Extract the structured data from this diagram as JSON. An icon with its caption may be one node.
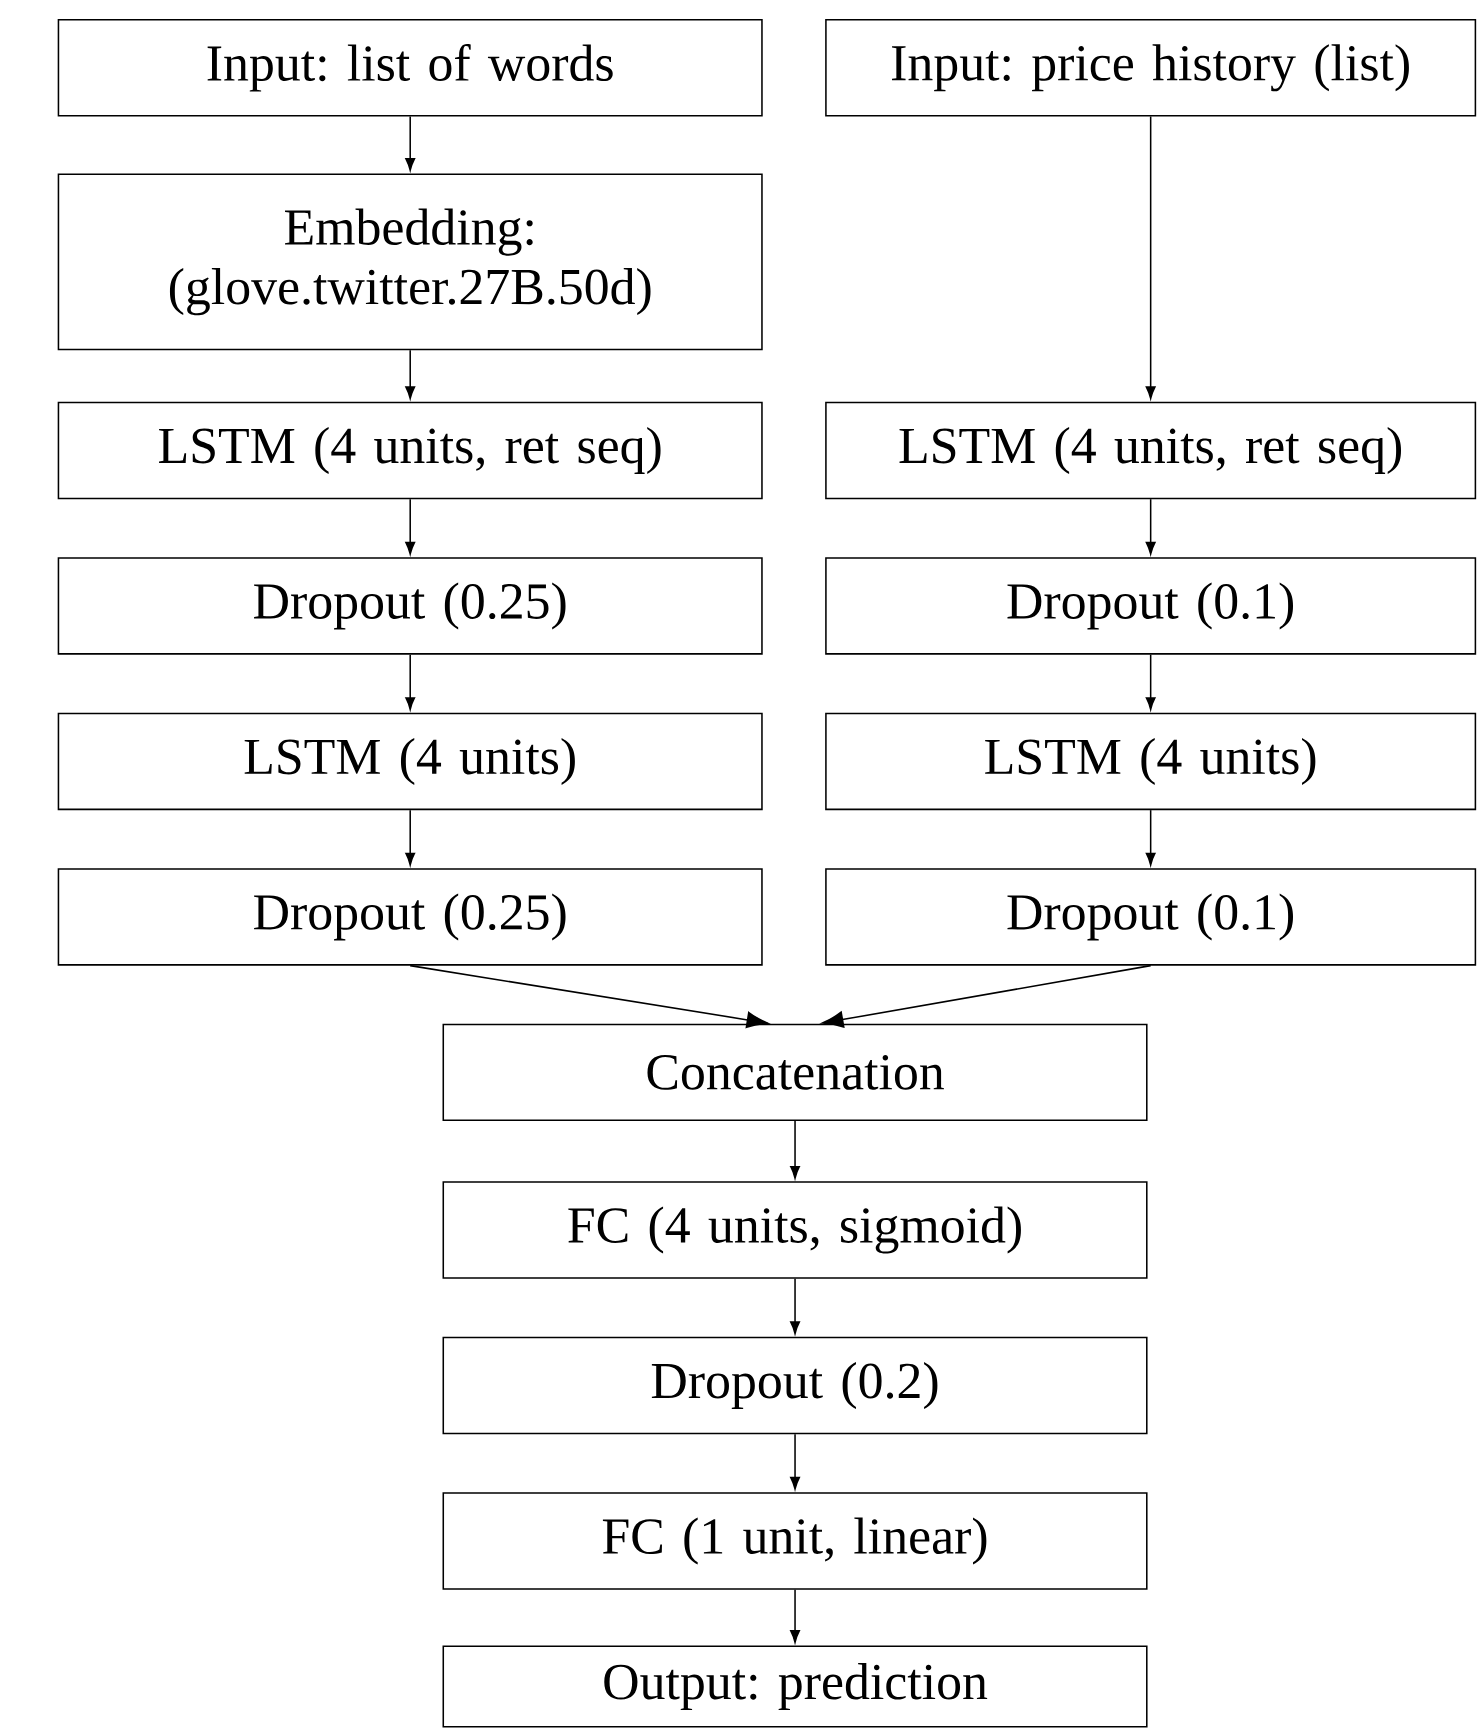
{
  "diagram": {
    "nodes": [
      {
        "text": [
          "Input: list of words"
        ]
      },
      {
        "text": [
          "Embedding: (glove.twitter.27B.50d)"
        ]
      },
      {
        "text": [
          "LSTM (4 units, ret seq)"
        ]
      },
      {
        "text": [
          "Dropout (0.25)"
        ]
      },
      {
        "text": [
          "LSTM (4 units)"
        ]
      },
      {
        "text": [
          "Dropout (0.25)"
        ]
      },
      {
        "text": [
          "Input: price history (list)"
        ]
      },
      {
        "text": [
          "LSTM (4 units, ret seq)"
        ]
      },
      {
        "text": [
          "Dropout (0.1)"
        ]
      },
      {
        "text": [
          "LSTM (4 units)"
        ]
      },
      {
        "text": [
          "Dropout (0.1)"
        ]
      },
      {
        "text": [
          "Concatenation"
        ]
      },
      {
        "text": [
          "FC (4 units, sigmoid)"
        ]
      },
      {
        "text": [
          "Dropout (0.2)"
        ]
      },
      {
        "text": [
          "FC (1 unit, linear)"
        ]
      },
      {
        "text": [
          "Output: prediction"
        ]
      }
    ],
    "edges": [
      {
        "from": 0,
        "to": 1,
        "arrow": "to"
      },
      {
        "from": 1,
        "to": 2,
        "arrow": "to"
      },
      {
        "from": 2,
        "to": 3,
        "arrow": "to"
      },
      {
        "from": 3,
        "to": 4,
        "arrow": "to"
      },
      {
        "from": 4,
        "to": 5,
        "arrow": "to"
      },
      {
        "from": 6,
        "to": 7,
        "arrow": "to"
      },
      {
        "from": 7,
        "to": 8,
        "arrow": "to"
      },
      {
        "from": 8,
        "to": 9,
        "arrow": "to"
      },
      {
        "from": 9,
        "to": 10,
        "arrow": "to"
      },
      {
        "from": 5,
        "to": 11,
        "arrow": "to"
      },
      {
        "from": 10,
        "to": 11,
        "arrow": "to"
      },
      {
        "from": 11,
        "to": 12,
        "arrow": "to"
      },
      {
        "from": 12,
        "to": 13,
        "arrow": "to"
      },
      {
        "from": 13,
        "to": 14,
        "arrow": "to"
      },
      {
        "from": 14,
        "to": 15,
        "arrow": "to"
      }
    ]
  }
}
